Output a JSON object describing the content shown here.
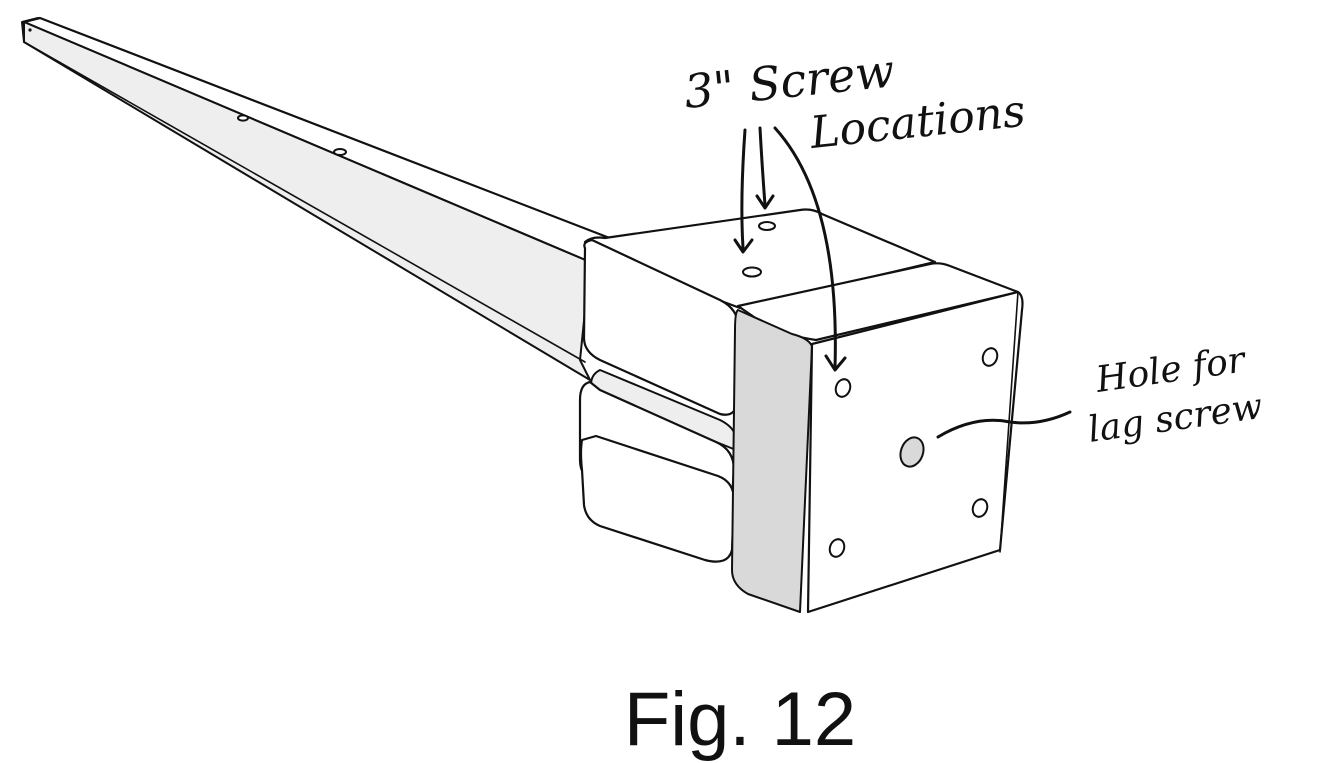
{
  "annotations": {
    "screw_locations_line1": "3\" Screw",
    "screw_locations_line2": "Locations",
    "lag_hole_line1": "Hole for",
    "lag_hole_line2": "lag screw"
  },
  "caption": "Fig. 12",
  "colors": {
    "ink": "#111111",
    "background": "#ffffff",
    "shade": "#d9d9d9"
  }
}
